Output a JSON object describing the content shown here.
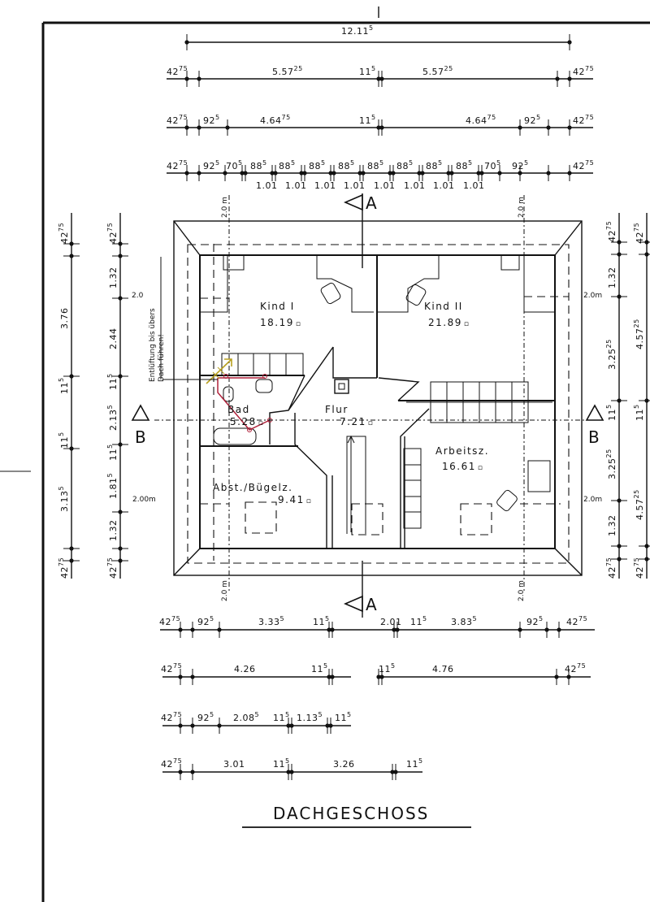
{
  "title": "DACHGESCHOSS",
  "rooms": [
    {
      "name": "Kind I",
      "area": "18.19"
    },
    {
      "name": "Kind II",
      "area": "21.89"
    },
    {
      "name": "Bad",
      "area": "5.28"
    },
    {
      "name": "Flur",
      "area": "7.21"
    },
    {
      "name": "Arbeitsz.",
      "area": "16.61"
    },
    {
      "name": "Abst./Bügelz.",
      "area": "9.41"
    }
  ],
  "area_unit_symbol": "▫",
  "note": [
    "Entlüftung bis übers",
    "Dach führen!"
  ],
  "sections": {
    "a": "A",
    "b": "B"
  },
  "height_marks": {
    "two_m": "2.0 m",
    "two": "2.0",
    "two_00m": "2.00m",
    "two_0m": "2.0m"
  },
  "dims": {
    "top": [
      [
        [
          "12.11",
          "5"
        ]
      ],
      [
        [
          "42",
          "75"
        ],
        [
          "5.57",
          "25"
        ],
        [
          "11",
          "5"
        ],
        [
          "5.57",
          "25"
        ],
        [
          "42",
          "75"
        ]
      ],
      [
        [
          "42",
          "75"
        ],
        [
          "92",
          "5"
        ],
        [
          "4.64",
          "75"
        ],
        [
          "11",
          "5"
        ],
        [
          "4.64",
          "75"
        ],
        [
          "92",
          "5"
        ],
        [
          "42",
          "75"
        ]
      ],
      [
        [
          "42",
          "75"
        ],
        [
          "92",
          "5"
        ],
        [
          "70",
          "5"
        ],
        [
          "88",
          "5"
        ],
        [
          "88",
          "5"
        ],
        [
          "88",
          "5"
        ],
        [
          "88",
          "5"
        ],
        [
          "88",
          "5"
        ],
        [
          "88",
          "5"
        ],
        [
          "88",
          "5"
        ],
        [
          "88",
          "5"
        ],
        [
          "70",
          "5"
        ],
        [
          "92",
          "5"
        ],
        [
          "42",
          "75"
        ]
      ]
    ],
    "top_sub": [
      "1.01",
      "1.01",
      "1.01",
      "1.01",
      "1.01",
      "1.01",
      "1.01",
      "1.01"
    ],
    "bottom": [
      [
        [
          "42",
          "75"
        ],
        [
          "92",
          "5"
        ],
        [
          "3.33",
          "5"
        ],
        [
          "11",
          "5"
        ],
        [
          "2.01",
          ""
        ],
        [
          "11",
          "5"
        ],
        [
          "3.83",
          "5"
        ],
        [
          "92",
          "5"
        ],
        [
          "42",
          "75"
        ]
      ],
      [
        [
          "42",
          "75"
        ],
        [
          "4.26",
          ""
        ],
        [
          "11",
          "5"
        ],
        [
          "11",
          "5"
        ],
        [
          "4.76",
          ""
        ],
        [
          "42",
          "75"
        ]
      ],
      [
        [
          "42",
          "75"
        ],
        [
          "92",
          "5"
        ],
        [
          "2.08",
          "5"
        ],
        [
          "11",
          "5"
        ],
        [
          "1.13",
          "5"
        ],
        [
          "11",
          "5"
        ]
      ],
      [
        [
          "42",
          "75"
        ],
        [
          "3.01",
          ""
        ],
        [
          "11",
          "5"
        ],
        [
          "3.26",
          ""
        ],
        [
          "11",
          "5"
        ]
      ]
    ],
    "left": [
      [
        [
          "42",
          "75"
        ],
        [
          "3.76",
          ""
        ],
        [
          "11",
          "5"
        ],
        [
          "11",
          "5"
        ],
        [
          "3.13",
          "5"
        ],
        [
          "42",
          "75"
        ]
      ],
      [
        [
          "42",
          "75"
        ],
        [
          "1.32",
          ""
        ],
        [
          "2.44",
          ""
        ],
        [
          "11",
          "5"
        ],
        [
          "2.13",
          "5"
        ],
        [
          "11",
          "5"
        ],
        [
          "1.81",
          "5"
        ],
        [
          "1.32",
          ""
        ],
        [
          "42",
          "75"
        ]
      ]
    ],
    "right": [
      [
        [
          "42",
          "75"
        ],
        [
          "1.32",
          ""
        ],
        [
          "3.25",
          "25"
        ],
        [
          "11",
          "5"
        ],
        [
          "3.25",
          "25"
        ],
        [
          "1.32",
          ""
        ],
        [
          "42",
          "75"
        ]
      ],
      [
        [
          "42",
          "75"
        ],
        [
          "4.57",
          "25"
        ],
        [
          "11",
          "5"
        ],
        [
          "4.57",
          "25"
        ],
        [
          "42",
          "75"
        ]
      ]
    ]
  },
  "colors": {
    "ink": "#111111",
    "pipe": "#b0203a",
    "vent": "#b8a020",
    "paper": "#ffffff"
  }
}
